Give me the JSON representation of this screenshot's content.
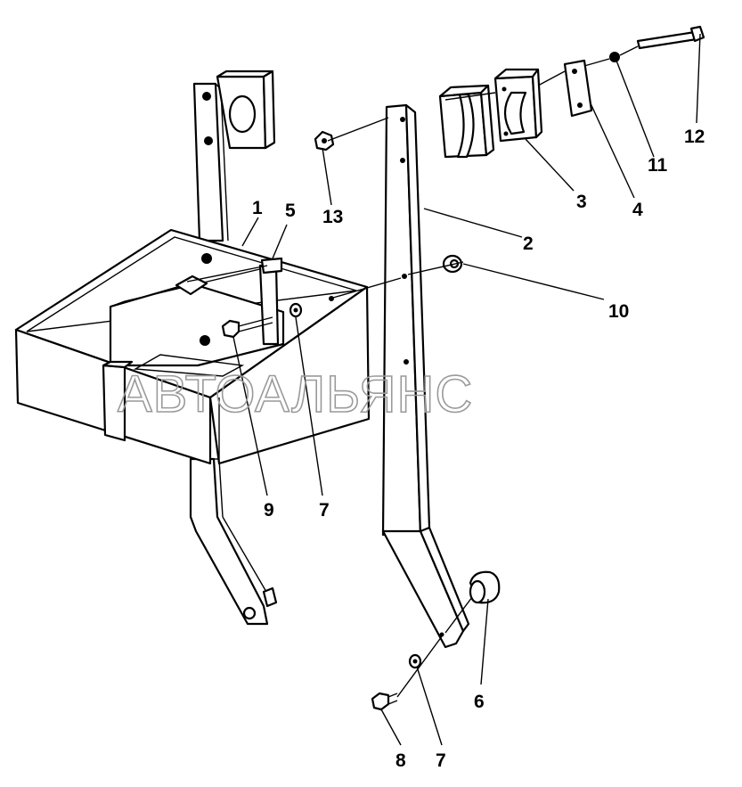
{
  "watermark": "АВТОАЛЬЯНС",
  "callouts": [
    {
      "id": "c1",
      "label": "1"
    },
    {
      "id": "c2",
      "label": "2"
    },
    {
      "id": "c3",
      "label": "3"
    },
    {
      "id": "c4",
      "label": "4"
    },
    {
      "id": "c5",
      "label": "5"
    },
    {
      "id": "c6",
      "label": "6"
    },
    {
      "id": "c7a",
      "label": "7"
    },
    {
      "id": "c7b",
      "label": "7"
    },
    {
      "id": "c8",
      "label": "8"
    },
    {
      "id": "c9",
      "label": "9"
    },
    {
      "id": "c10",
      "label": "10"
    },
    {
      "id": "c11",
      "label": "11"
    },
    {
      "id": "c12",
      "label": "12"
    },
    {
      "id": "c13",
      "label": "13"
    }
  ]
}
